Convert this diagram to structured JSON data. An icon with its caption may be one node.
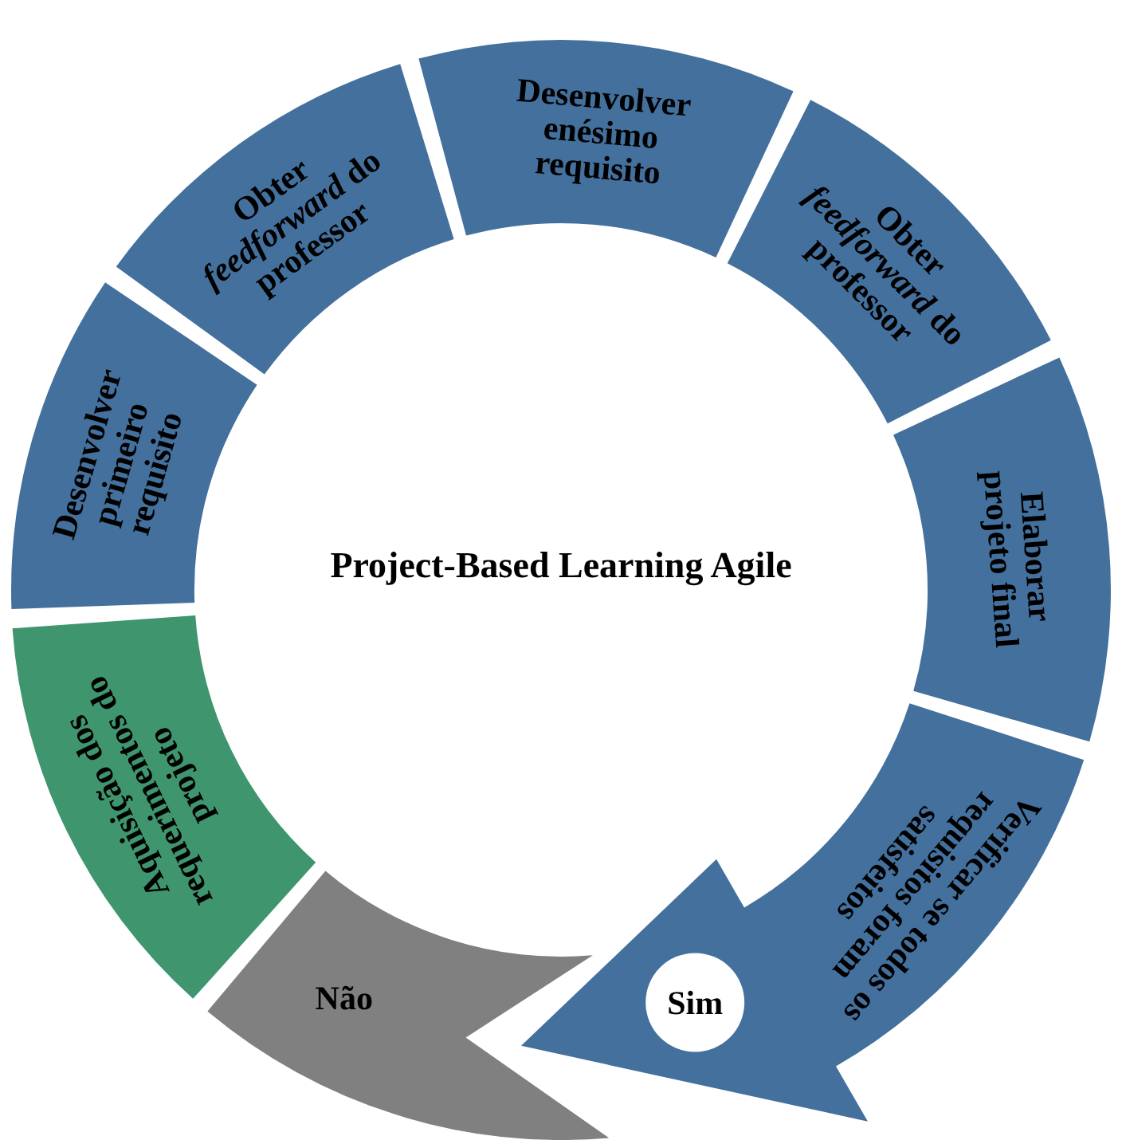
{
  "diagram": {
    "nodes": [
      {
        "text": [
          "Aquisição dos requerimentos do projeto"
        ]
      },
      {
        "text": [
          "Desenvolver primeiro requisito"
        ]
      },
      {
        "text": [
          "Obter *feedforward* do professor"
        ]
      },
      {
        "text": [
          "Desenvolver enésimo requisito"
        ]
      },
      {
        "text": [
          "Obter *feedforward* do professor"
        ]
      },
      {
        "text": [
          "Elaborar projeto final"
        ]
      },
      {
        "text": [
          "Verificar se todos os requisitos foram satisfeitos"
        ]
      },
      {
        "text": [
          "Não"
        ]
      },
      {
        "text": [
          "Sim"
        ],
        "in": 6
      }
    ],
    "labels": [
      "Project-Based Learning Agile"
    ]
  }
}
